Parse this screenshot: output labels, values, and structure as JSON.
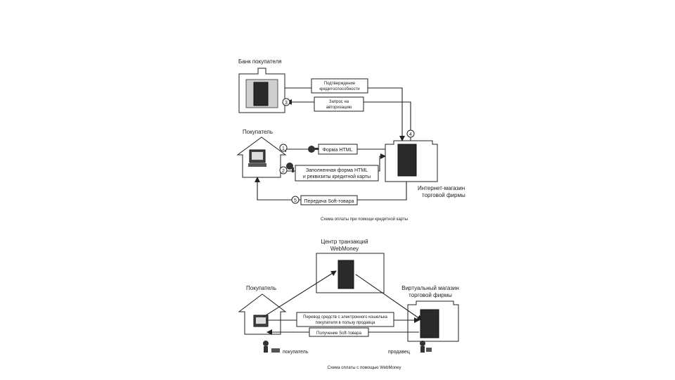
{
  "diagram1": {
    "bank_label": "Банк покупателя",
    "buyer_label": "Покупатель",
    "shop_label_1": "Интернет-магазин",
    "shop_label_2": "торговой фирмы",
    "msg_confirm_1": "Подтверждение",
    "msg_confirm_2": "кредитоспособности",
    "msg_request_1": "Запрос на",
    "msg_request_2": "авторизацию",
    "step3": "3",
    "step4": "4",
    "step1": "1",
    "msg_form": "Форма HTML",
    "step2": "2",
    "msg_filled_1": "Заполненная форма HTML",
    "msg_filled_2": "и реквизиты кредитной карты",
    "step5": "5",
    "msg_transfer": "Передача Soft-товара",
    "caption": "Схема оплаты при помощи кредитной карты"
  },
  "diagram2": {
    "center_label_1": "Центр транзакций",
    "center_label_2": "WebMoney",
    "buyer_label": "Покупатель",
    "shop_label_1": "Виртуальный магазин",
    "shop_label_2": "торговой фирмы",
    "msg_transfer_1": "Перевод средств с электронного кошелька",
    "msg_transfer_2": "покупателя в пользу продавца",
    "msg_receive": "Получение Soft-товара",
    "buyer_person": "покупатель",
    "seller_person": "продавец",
    "caption": "Схема оплаты с помощью WebMoney"
  }
}
